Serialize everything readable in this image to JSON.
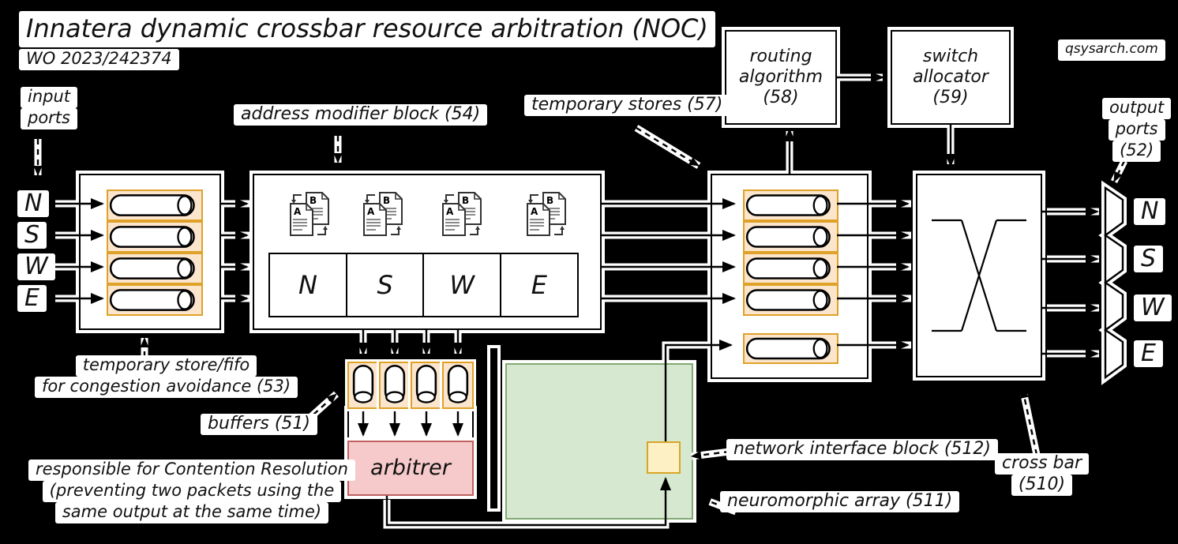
{
  "title": "Innatera dynamic crossbar resource arbitration (NOC)",
  "subtitle": "WO 2023/242374",
  "watermark": "qsysarch.com",
  "input_ports": {
    "label_lines": [
      "input",
      "ports"
    ],
    "letters": [
      "N",
      "S",
      "W",
      "E"
    ]
  },
  "output_ports": {
    "label_lines": [
      "output",
      "ports",
      "(52)"
    ],
    "letters": [
      "N",
      "S",
      "W",
      "E"
    ]
  },
  "temp_store_53": {
    "caption_lines": [
      "temporary store/fifo",
      "for congestion avoidance (53)"
    ]
  },
  "address_modifier": {
    "caption": "address modifier block (54)",
    "cells": [
      "N",
      "S",
      "W",
      "E"
    ],
    "doc_front_label": "A",
    "doc_back_label": "B"
  },
  "buffers": {
    "caption": "buffers (51)"
  },
  "arbiter": {
    "label": "arbitrer",
    "caption_lines": [
      "responsible for Contention Resolution",
      "(preventing two packets using the",
      "same output at the same time)"
    ]
  },
  "temporary_stores": {
    "caption": "temporary stores (57)"
  },
  "routing_algorithm": {
    "lines": [
      "routing",
      "algorithm",
      "(58)"
    ]
  },
  "switch_allocator": {
    "lines": [
      "switch",
      "allocator",
      "(59)"
    ]
  },
  "crossbar": {
    "caption_lines": [
      "cross bar",
      "(510)"
    ]
  },
  "neuromorphic_array": {
    "caption": "neuromorphic array (511)"
  },
  "network_interface": {
    "caption": "network interface block (512)"
  },
  "colors": {
    "fifo_fill": "#fbe5cd",
    "fifo_stroke": "#dfa128",
    "arbiter_fill": "#f6caca",
    "arbiter_stroke": "#c06060",
    "array_fill": "#d6e8d0",
    "array_stroke": "#82a973",
    "nib_fill": "#fcf0c4",
    "nib_stroke": "#d8a527",
    "line": "#000000",
    "halo": "#ffffff",
    "bg": "#000000"
  }
}
